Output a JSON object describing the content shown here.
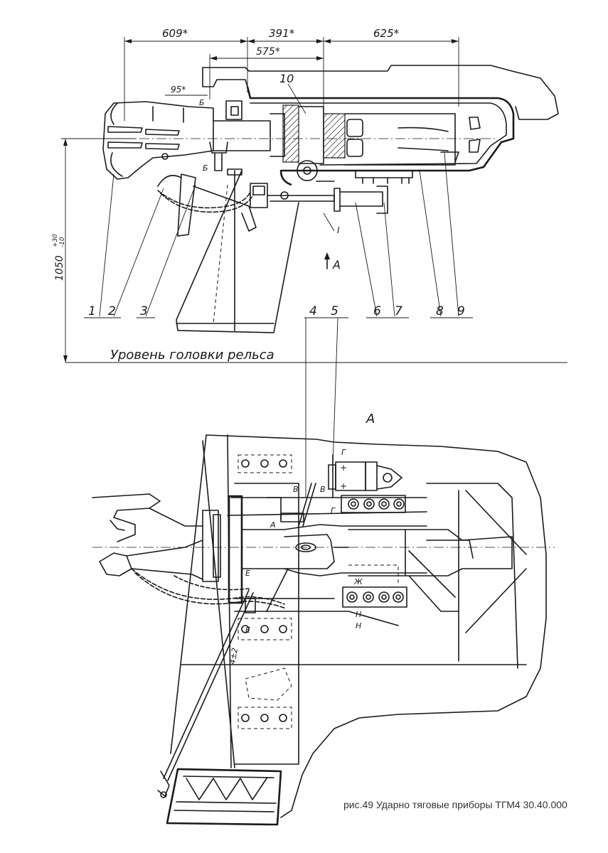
{
  "dimensions": {
    "d609": "609*",
    "d391": "391*",
    "d575": "575*",
    "d625": "625*",
    "d95": "95*",
    "height": "1050",
    "height_tol_top": "+30",
    "height_tol_bottom": "-10"
  },
  "callouts": {
    "c1": "1",
    "c2": "2",
    "c3": "3",
    "c4": "4",
    "c5": "5",
    "c6": "6",
    "c7": "7",
    "c8": "8",
    "c9": "9",
    "c10": "10"
  },
  "section_marks": {
    "b_top": "Б",
    "b_low": "Б",
    "node": "I",
    "view_arrow": "A",
    "view_title": "A",
    "g1": "Г",
    "g2": "Г",
    "v1": "В",
    "v2": "В",
    "a1": "А",
    "e1": "Е",
    "e2": "Е",
    "zh": "Ж",
    "n1": "Н",
    "n2": "Н",
    "gap": "4±2"
  },
  "rail_level": "Уровень головки рельса",
  "caption": "рис.49 Ударно тяговые приборы ТГМ4 30.40.000"
}
